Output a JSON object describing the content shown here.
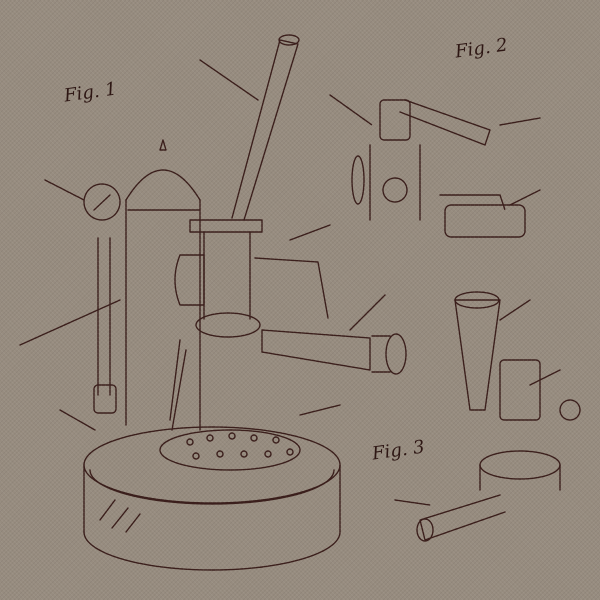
{
  "figures": [
    {
      "label": "Fig. 1",
      "subject": "lever espresso machine"
    },
    {
      "label": "Fig. 2",
      "subject": "group head with lever"
    },
    {
      "label": "Fig. 3",
      "subject": "group head with portafilter"
    }
  ],
  "callouts": [
    "~",
    "~",
    "~",
    "~",
    "~",
    "~",
    "~",
    "~",
    "~",
    "~",
    "~"
  ],
  "colors": {
    "linen": "#978c7f",
    "thread": "#3b1f1c"
  }
}
